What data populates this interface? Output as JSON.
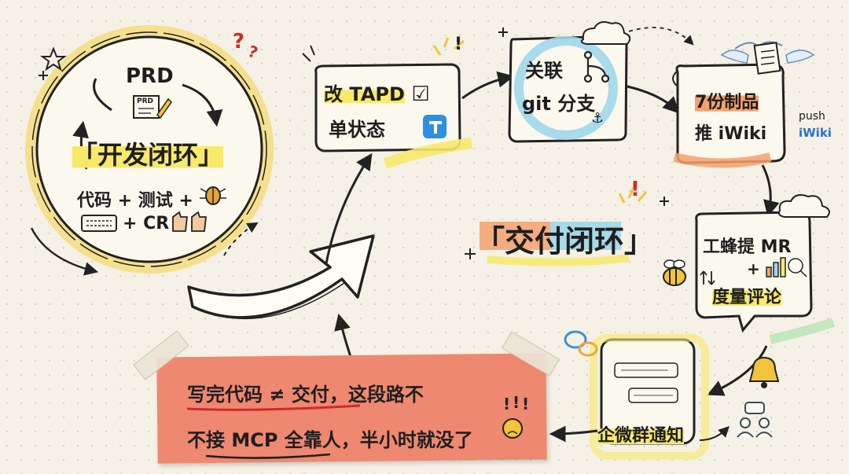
{
  "dev_loop": {
    "title": "「开发闭环」",
    "prd_label": "PRD",
    "prd_doc_label": "PRD",
    "line1": "代码 + 测试 +",
    "line2_plus": "+ CR"
  },
  "tapd_box": {
    "line1": "改 TAPD",
    "line2": "单状态"
  },
  "git_box": {
    "line1": "关联",
    "line2": "git 分支"
  },
  "iwiki_box": {
    "line1": "7份制品",
    "line2": "推 iWiki",
    "push_label": "push",
    "iwiki_label": "iWiki"
  },
  "delivery_title": "「交付闭环」",
  "mr_box": {
    "line1": "工蜂提 MR",
    "plus": "+",
    "line2": "度量评论"
  },
  "wecom": {
    "label": "企微群通知"
  },
  "note": {
    "line1": "写完代码 ≠ 交付，这段路不",
    "line2": "不接 MCP 全靠人，半小时就没了"
  },
  "marks": {
    "question": "?",
    "exclaim": "!",
    "check": "☑",
    "anchor": "⚓"
  },
  "colors": {
    "yellow": "#f7e96a",
    "blue": "#9fd7ea",
    "orange": "#f6a06d",
    "note": "#ee8870",
    "ink": "#1e1e1e"
  }
}
